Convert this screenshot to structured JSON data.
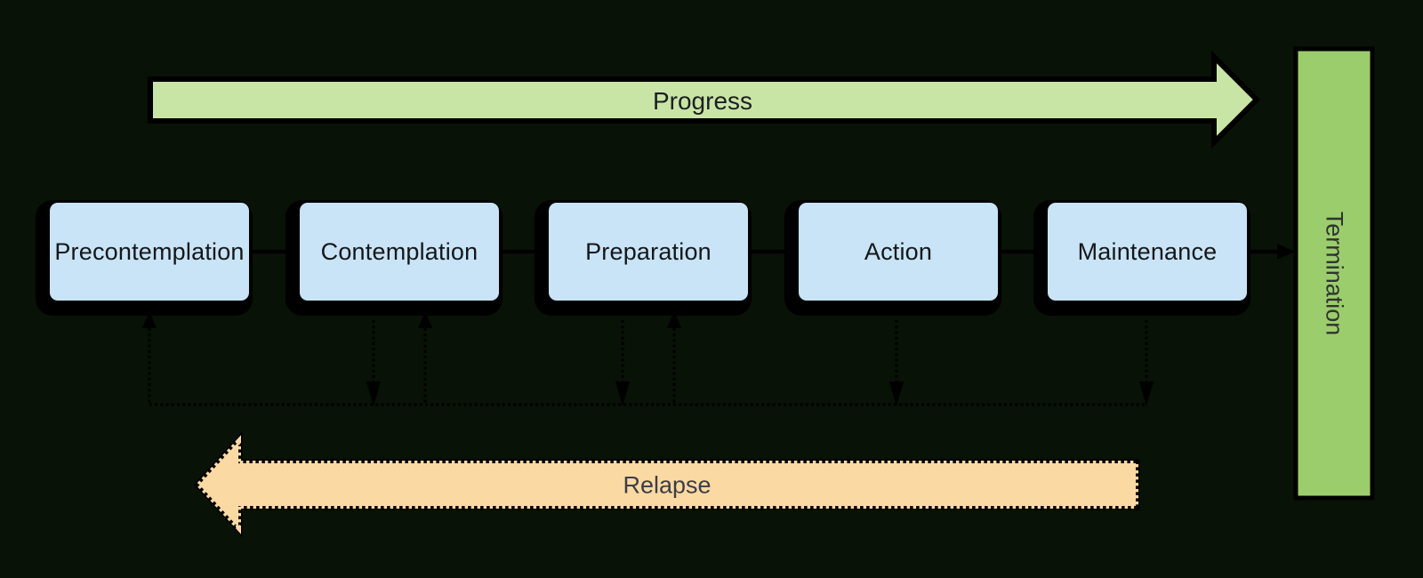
{
  "diagram": {
    "background_color": "#081206",
    "progress_arrow": {
      "label": "Progress",
      "color": "#c9e5a6",
      "direction": "right"
    },
    "relapse_arrow": {
      "label": "Relapse",
      "color": "#fbd9a2",
      "direction": "left",
      "edge_style": "jagged"
    },
    "termination": {
      "label": "Termination",
      "color": "#9ccd6c",
      "orientation": "vertical"
    },
    "stage_color": "#c8e4f6",
    "stages": [
      {
        "label": "Precontemplation"
      },
      {
        "label": "Contemplation"
      },
      {
        "label": "Preparation"
      },
      {
        "label": "Action"
      },
      {
        "label": "Maintenance"
      }
    ],
    "flow": {
      "forward_connectors": 5,
      "relapse_return_points": [
        "Precontemplation",
        "Contemplation",
        "Preparation"
      ],
      "relapse_drop_points": [
        "Contemplation",
        "Preparation",
        "Action",
        "Maintenance"
      ]
    }
  }
}
